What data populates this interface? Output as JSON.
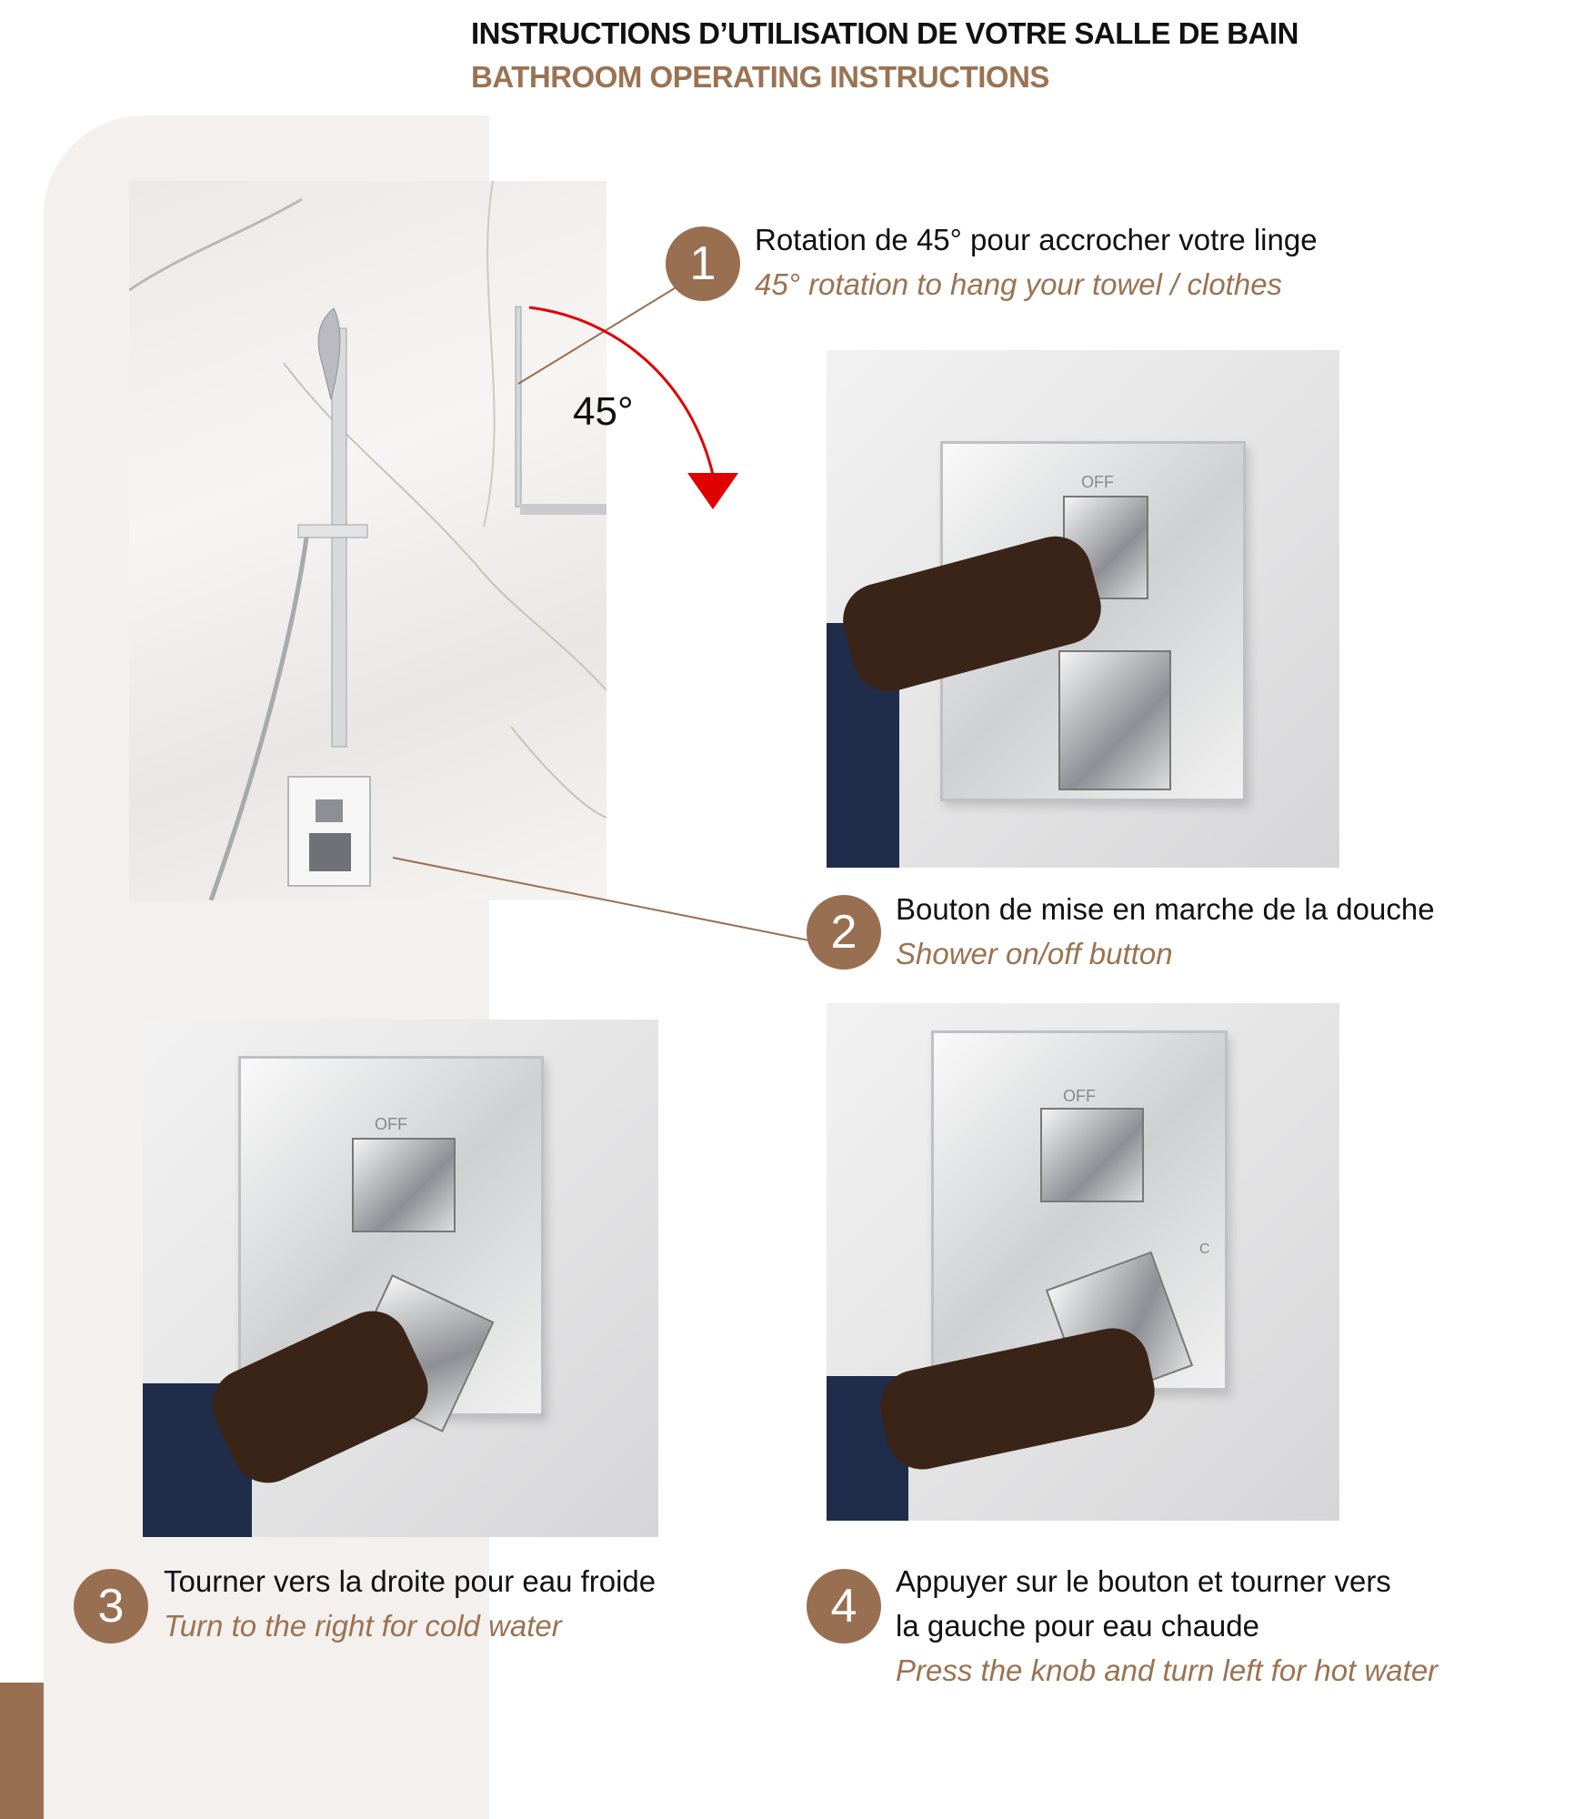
{
  "header": {
    "title_fr": "INSTRUCTIONS D’UTILISATION DE VOTRE SALLE DE BAIN",
    "title_en": "BATHROOM OPERATING INSTRUCTIONS"
  },
  "annotation": {
    "angle_label": "45°"
  },
  "steps": [
    {
      "number": "1",
      "fr": "Rotation de 45° pour accrocher votre linge",
      "en": "45° rotation to hang your towel / clothes"
    },
    {
      "number": "2",
      "fr": "Bouton de mise en marche de la douche",
      "en": "Shower on/off button"
    },
    {
      "number": "3",
      "fr": "Tourner vers la droite pour eau froide",
      "en": "Turn to the right for cold water"
    },
    {
      "number": "4",
      "fr_line1": "Appuyer sur le bouton et tourner vers",
      "fr_line2": "la gauche pour eau chaude",
      "en": "Press the knob and turn left for hot water"
    }
  ],
  "photo_labels": {
    "off": "OFF",
    "c": "C"
  },
  "colors": {
    "accent": "#996f52",
    "panel": "#f4f0ed",
    "arrow": "#e00000"
  }
}
